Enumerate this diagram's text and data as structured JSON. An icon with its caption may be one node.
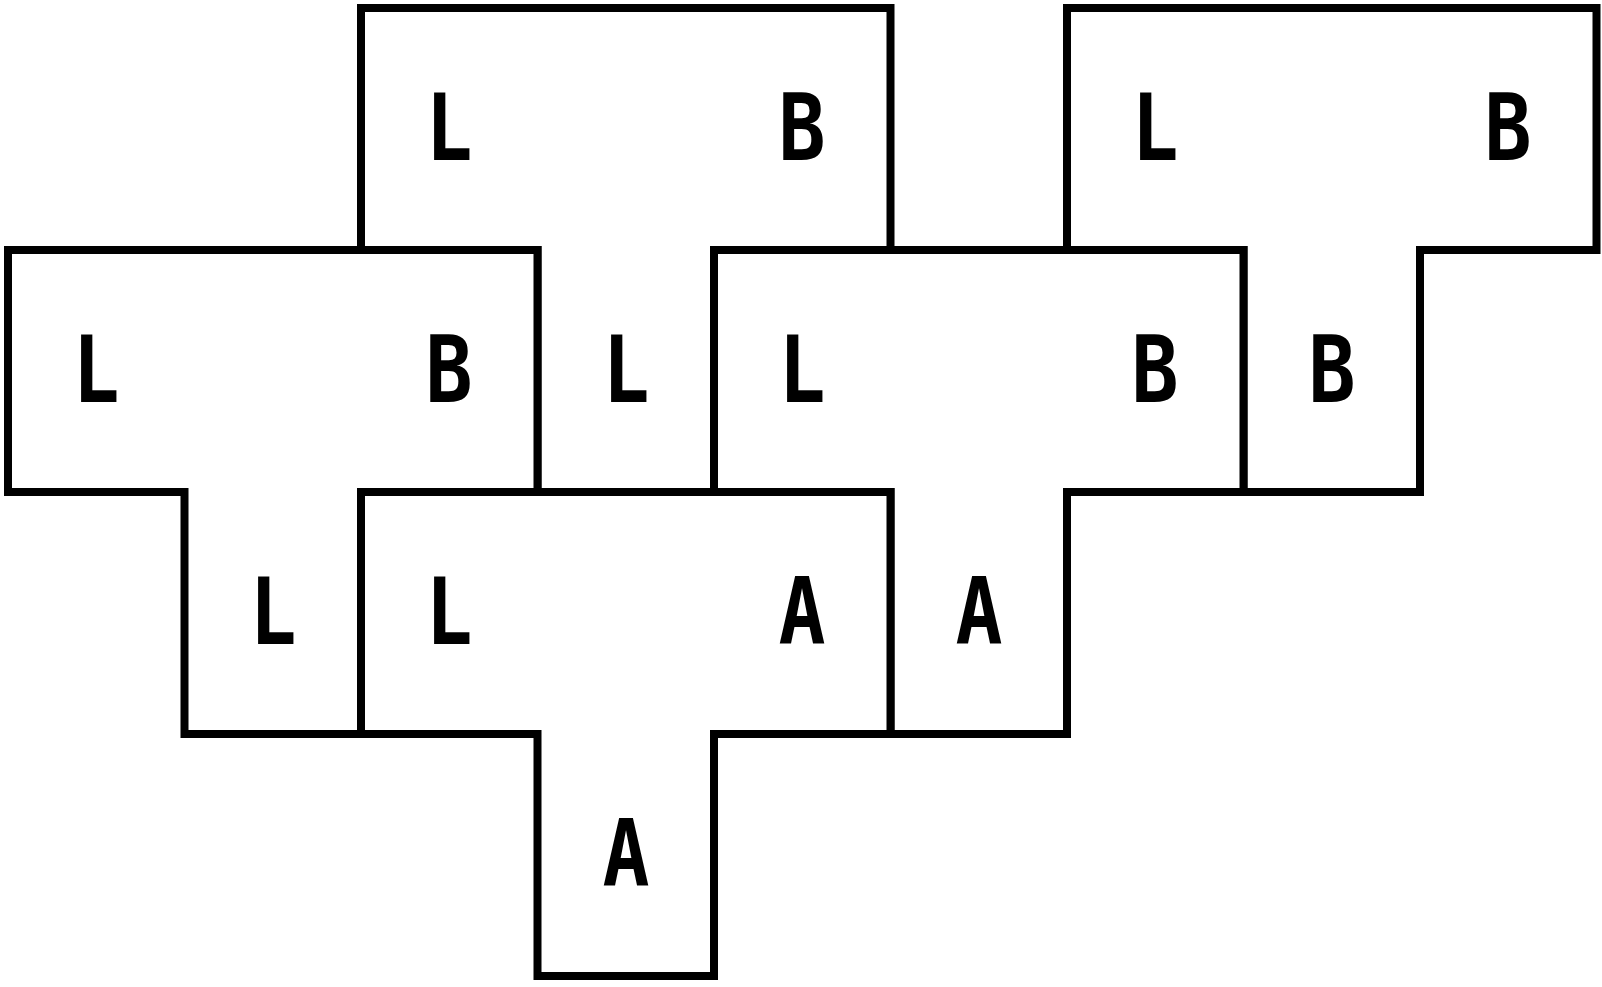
{
  "diagram": {
    "nodes": [
      {
        "text": [
          "L",
          "B",
          "L"
        ]
      },
      {
        "text": [
          "L",
          "B",
          "B"
        ]
      },
      {
        "text": [
          "L",
          "B",
          "L"
        ]
      },
      {
        "text": [
          "L",
          "B",
          "A"
        ]
      },
      {
        "text": [
          "L",
          "A",
          "A"
        ]
      }
    ]
  }
}
